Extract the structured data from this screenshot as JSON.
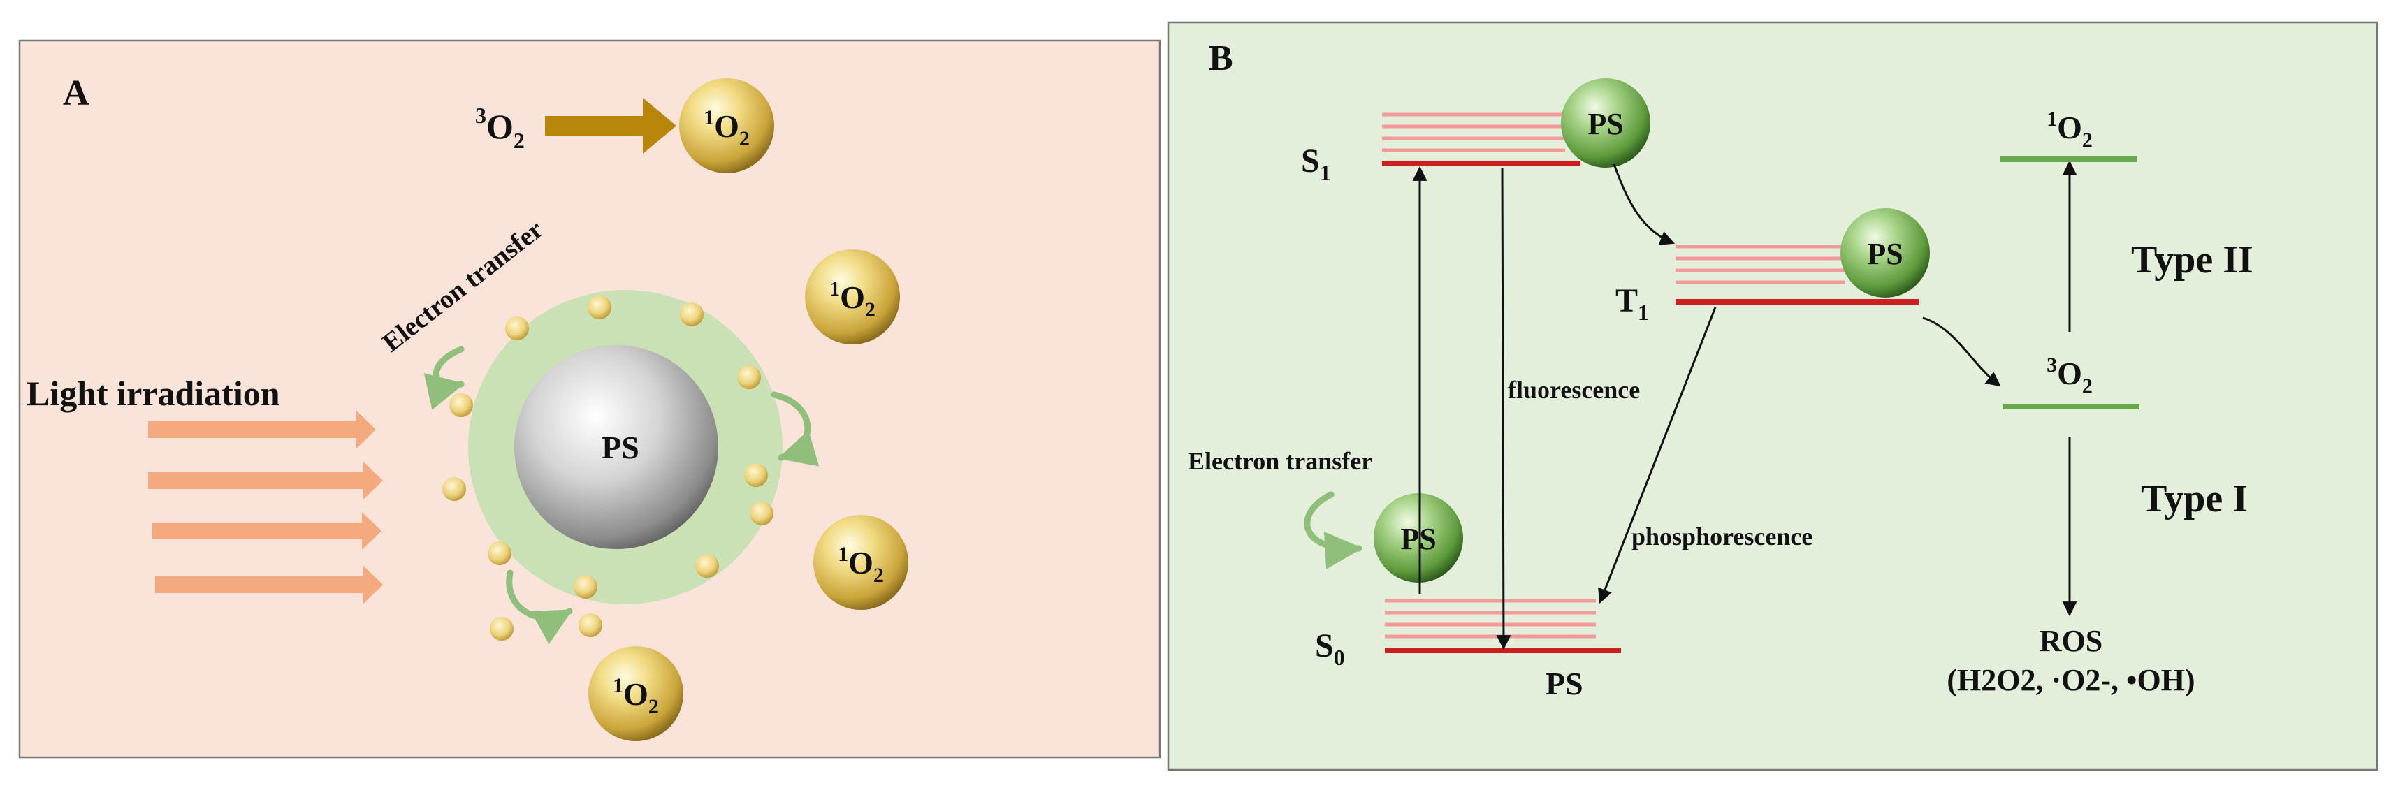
{
  "panelA": {
    "letter": "A",
    "reaction_from": "O",
    "reaction_from_sup": "3",
    "reaction_from_sub": "2",
    "singlet_sup": "1",
    "singlet_base": "O",
    "singlet_sub": "2",
    "electron_transfer": "Electron transfer",
    "light_irradiation": "Light irradiation",
    "ps_label": "PS"
  },
  "panelB": {
    "letter": "B",
    "s1_base": "S",
    "s1_sub": "1",
    "t1_base": "T",
    "t1_sub": "1",
    "s0_base": "S",
    "s0_sub": "0",
    "ps_label": "PS",
    "fluorescence": "fluorescence",
    "phosphorescence": "phosphorescence",
    "electron_transfer": "Electron transfer",
    "singlet_sup": "1",
    "singlet_base": "O",
    "singlet_sub": "2",
    "triplet_sup": "3",
    "triplet_base": "O",
    "triplet_sub": "2",
    "type2": "Type II",
    "type1": "Type I",
    "ros": "ROS",
    "ros_detail": "(H2O2, ·O2-, •OH)"
  },
  "colors": {
    "panelA_bg": "#fae3d9",
    "panelB_bg": "#e3eedb",
    "ring": "#c9e1b4",
    "arrow_gold": "#b8860b",
    "light_arrows": "#f4a97e",
    "level_red": "#cc1f1f",
    "level_pink": "#f39a9a",
    "level_green": "#6aa84f"
  }
}
